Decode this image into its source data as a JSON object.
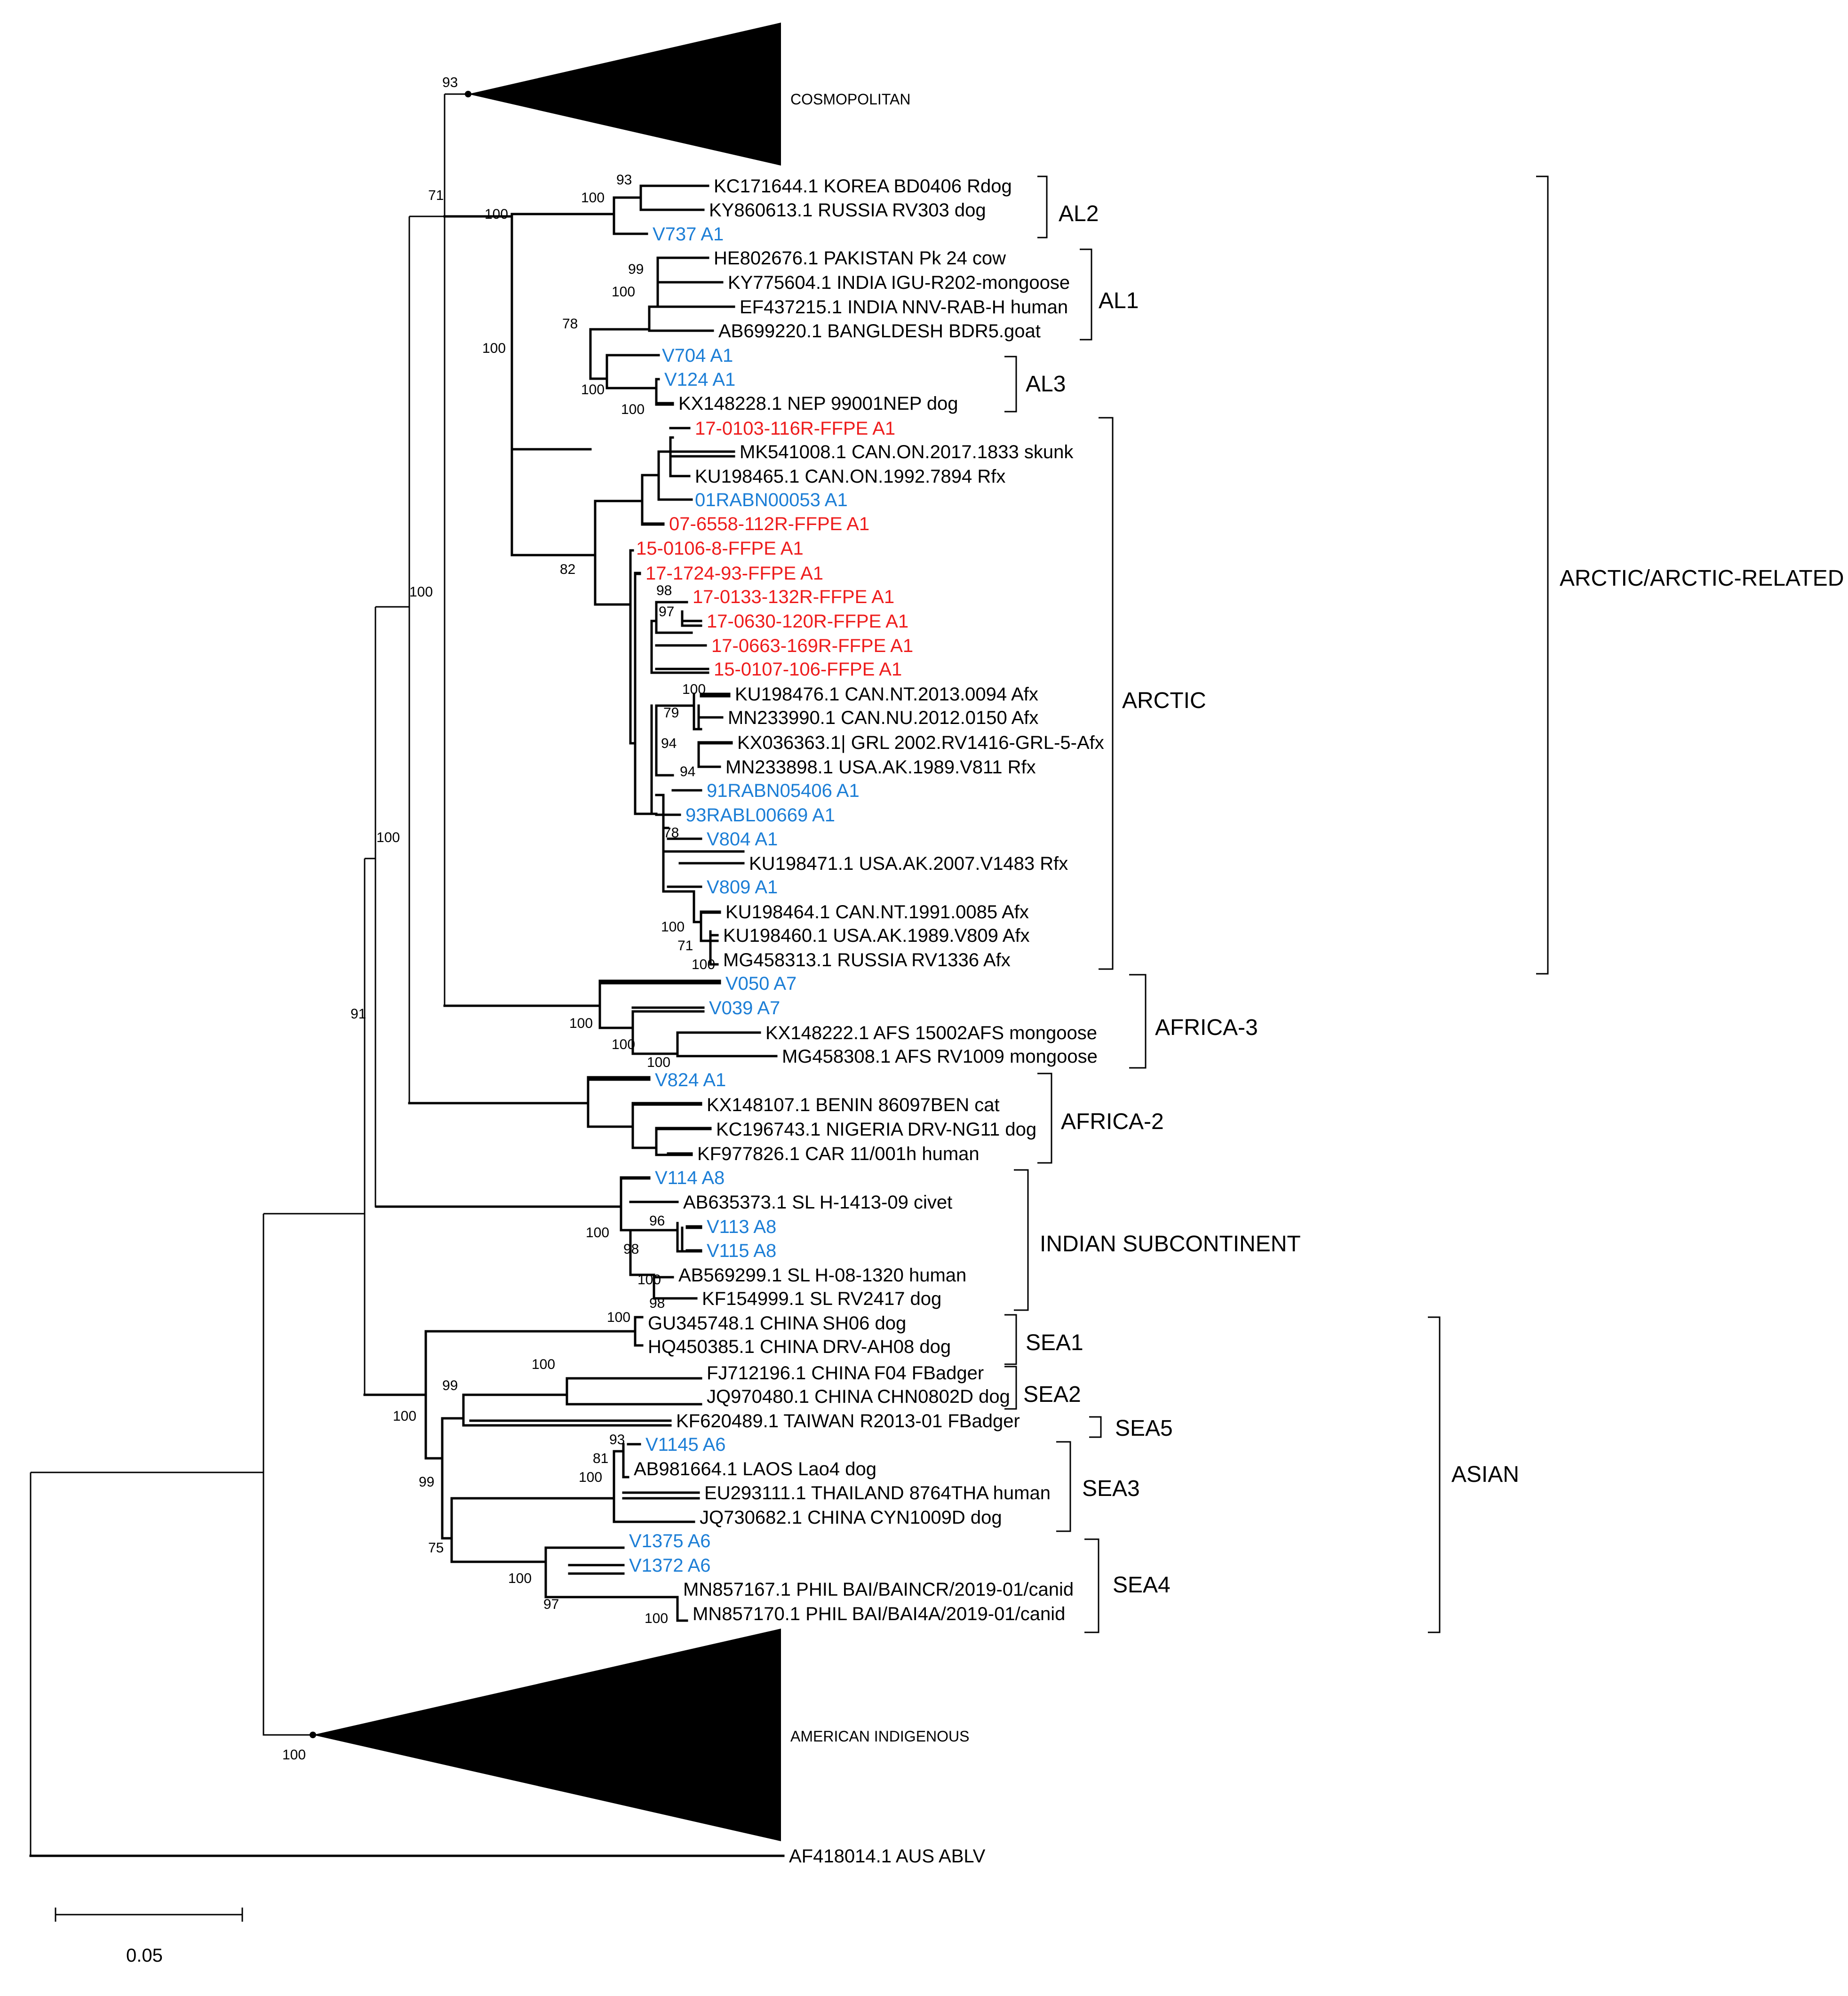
{
  "colors": {
    "reference": "#000000",
    "study_blue": "#1c7ed6",
    "study_red": "#ee1c1c"
  },
  "collapsed": {
    "cosmopolitan": {
      "label": "COSMOPOLITAN",
      "bootstrap": "93"
    },
    "american": {
      "label": "AMERICAN INDIGENOUS",
      "bootstrap": "100"
    }
  },
  "tips": [
    {
      "label": "KC171644.1 KOREA BD0406 Rdog",
      "color": "#000000"
    },
    {
      "label": "KY860613.1 RUSSIA RV303 dog",
      "color": "#000000"
    },
    {
      "label": "V737 A1",
      "color": "#1c7ed6"
    },
    {
      "label": "HE802676.1 PAKISTAN Pk 24 cow",
      "color": "#000000"
    },
    {
      "label": "KY775604.1 INDIA IGU-R202-mongoose",
      "color": "#000000"
    },
    {
      "label": "EF437215.1 INDIA NNV-RAB-H human",
      "color": "#000000"
    },
    {
      "label": "AB699220.1 BANGLDESH BDR5.goat",
      "color": "#000000"
    },
    {
      "label": "V704 A1",
      "color": "#1c7ed6"
    },
    {
      "label": "V124 A1",
      "color": "#1c7ed6"
    },
    {
      "label": "KX148228.1 NEP 99001NEP dog",
      "color": "#000000"
    },
    {
      "label": "17-0103-116R-FFPE A1",
      "color": "#ee1c1c"
    },
    {
      "label": "MK541008.1 CAN.ON.2017.1833 skunk",
      "color": "#000000"
    },
    {
      "label": "KU198465.1 CAN.ON.1992.7894 Rfx",
      "color": "#000000"
    },
    {
      "label": "01RABN00053 A1",
      "color": "#1c7ed6"
    },
    {
      "label": "07-6558-112R-FFPE A1",
      "color": "#ee1c1c"
    },
    {
      "label": "15-0106-8-FFPE A1",
      "color": "#ee1c1c"
    },
    {
      "label": "17-1724-93-FFPE A1",
      "color": "#ee1c1c"
    },
    {
      "label": "17-0133-132R-FFPE A1",
      "color": "#ee1c1c"
    },
    {
      "label": "17-0630-120R-FFPE A1",
      "color": "#ee1c1c"
    },
    {
      "label": "17-0663-169R-FFPE A1",
      "color": "#ee1c1c"
    },
    {
      "label": "15-0107-106-FFPE A1",
      "color": "#ee1c1c"
    },
    {
      "label": "KU198476.1 CAN.NT.2013.0094 Afx",
      "color": "#000000"
    },
    {
      "label": "MN233990.1 CAN.NU.2012.0150 Afx",
      "color": "#000000"
    },
    {
      "label": "KX036363.1| GRL 2002.RV1416-GRL-5-Afx",
      "color": "#000000"
    },
    {
      "label": "MN233898.1 USA.AK.1989.V811 Rfx",
      "color": "#000000"
    },
    {
      "label": "91RABN05406 A1",
      "color": "#1c7ed6"
    },
    {
      "label": "93RABL00669 A1",
      "color": "#1c7ed6"
    },
    {
      "label": "V804 A1",
      "color": "#1c7ed6"
    },
    {
      "label": "KU198471.1 USA.AK.2007.V1483 Rfx",
      "color": "#000000"
    },
    {
      "label": "V809 A1",
      "color": "#1c7ed6"
    },
    {
      "label": "KU198464.1 CAN.NT.1991.0085 Afx",
      "color": "#000000"
    },
    {
      "label": "KU198460.1 USA.AK.1989.V809 Afx",
      "color": "#000000"
    },
    {
      "label": "MG458313.1 RUSSIA RV1336 Afx",
      "color": "#000000"
    },
    {
      "label": "V050 A7",
      "color": "#1c7ed6"
    },
    {
      "label": "V039 A7",
      "color": "#1c7ed6"
    },
    {
      "label": "KX148222.1 AFS 15002AFS mongoose",
      "color": "#000000"
    },
    {
      "label": "MG458308.1 AFS RV1009 mongoose",
      "color": "#000000"
    },
    {
      "label": "V824 A1",
      "color": "#1c7ed6"
    },
    {
      "label": "KX148107.1 BENIN 86097BEN cat",
      "color": "#000000"
    },
    {
      "label": "KC196743.1 NIGERIA DRV-NG11 dog",
      "color": "#000000"
    },
    {
      "label": "KF977826.1 CAR 11/001h human",
      "color": "#000000"
    },
    {
      "label": "V114 A8",
      "color": "#1c7ed6"
    },
    {
      "label": "AB635373.1 SL H-1413-09 civet",
      "color": "#000000"
    },
    {
      "label": "V113 A8",
      "color": "#1c7ed6"
    },
    {
      "label": "V115 A8",
      "color": "#1c7ed6"
    },
    {
      "label": "AB569299.1 SL H-08-1320 human",
      "color": "#000000"
    },
    {
      "label": "KF154999.1 SL RV2417 dog",
      "color": "#000000"
    },
    {
      "label": "GU345748.1 CHINA SH06 dog",
      "color": "#000000"
    },
    {
      "label": "HQ450385.1 CHINA DRV-AH08 dog",
      "color": "#000000"
    },
    {
      "label": "FJ712196.1 CHINA F04 FBadger",
      "color": "#000000"
    },
    {
      "label": "JQ970480.1 CHINA CHN0802D dog",
      "color": "#000000"
    },
    {
      "label": "KF620489.1 TAIWAN R2013-01 FBadger",
      "color": "#000000"
    },
    {
      "label": "V1145 A6",
      "color": "#1c7ed6"
    },
    {
      "label": "AB981664.1 LAOS Lao4 dog",
      "color": "#000000"
    },
    {
      "label": "EU293111.1 THAILAND 8764THA human",
      "color": "#000000"
    },
    {
      "label": "JQ730682.1 CHINA CYN1009D dog",
      "color": "#000000"
    },
    {
      "label": "V1375 A6",
      "color": "#1c7ed6"
    },
    {
      "label": "V1372 A6",
      "color": "#1c7ed6"
    },
    {
      "label": "MN857167.1 PHIL BAI/BAINCR/2019-01/canid",
      "color": "#000000"
    },
    {
      "label": "MN857170.1 PHIL BAI/BAI4A/2019-01/canid",
      "color": "#000000"
    },
    {
      "label": "AF418014.1 AUS ABLV",
      "color": "#000000"
    }
  ],
  "bootstraps": [
    "93",
    "71",
    "100",
    "93",
    "100",
    "99",
    "100",
    "100",
    "78",
    "100",
    "100",
    "82",
    "98",
    "97",
    "100",
    "79",
    "94",
    "94",
    "78",
    "100",
    "71",
    "100",
    "100",
    "100",
    "100",
    "100",
    "100",
    "91",
    "96",
    "100",
    "98",
    "100",
    "98",
    "100",
    "100",
    "99",
    "100",
    "93",
    "81",
    "100",
    "99",
    "75",
    "100",
    "97",
    "100"
  ],
  "clades": [
    "AL2",
    "AL1",
    "AL3",
    "ARCTIC",
    "AFRICA-3",
    "AFRICA-2",
    "INDIAN SUBCONTINENT",
    "SEA1",
    "SEA2",
    "SEA5",
    "SEA3",
    "SEA4"
  ],
  "groups": [
    "ARCTIC/ARCTIC-RELATED",
    "ASIAN"
  ],
  "scale": {
    "label": "0.05"
  }
}
